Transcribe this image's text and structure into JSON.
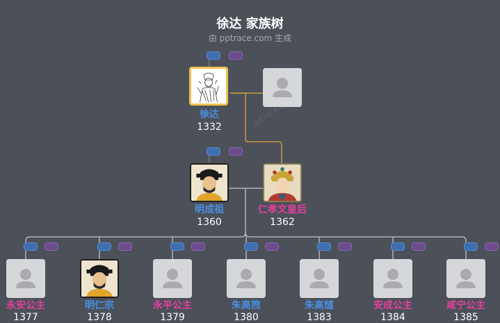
{
  "title": "徐达 家族树",
  "subtitle": "由 pptrace.com 生成",
  "watermark": "pptrace.com",
  "colors": {
    "background": "#4b5059",
    "male": "#4a90e2",
    "female": "#e4409e",
    "focus_border": "#f2c14e",
    "marriage_line": "#e0a83a",
    "child_line": "#bfc3c8"
  },
  "generations": {
    "root": {
      "person": {
        "name": "徐达",
        "year": "1332",
        "gender": "male",
        "photo": "sketch",
        "focus": true
      },
      "spouse": {
        "name": "",
        "year": "",
        "gender": "unknown",
        "photo": "placeholder"
      }
    },
    "parents": {
      "father": {
        "name": "明成祖",
        "year": "1360",
        "gender": "male",
        "photo": "emperor"
      },
      "mother": {
        "name": "仁孝文皇后",
        "year": "1362",
        "gender": "female",
        "photo": "empress"
      }
    },
    "children": [
      {
        "name": "永安公主",
        "year": "1377",
        "gender": "female",
        "photo": "placeholder"
      },
      {
        "name": "明仁宗",
        "year": "1378",
        "gender": "male",
        "photo": "emperor"
      },
      {
        "name": "永平公主",
        "year": "1379",
        "gender": "female",
        "photo": "placeholder"
      },
      {
        "name": "朱高煦",
        "year": "1380",
        "gender": "male",
        "photo": "placeholder"
      },
      {
        "name": "朱高燧",
        "year": "1383",
        "gender": "male",
        "photo": "placeholder"
      },
      {
        "name": "安成公主",
        "year": "1384",
        "gender": "female",
        "photo": "placeholder"
      },
      {
        "name": "咸宁公主",
        "year": "1385",
        "gender": "female",
        "photo": "placeholder"
      }
    ]
  }
}
